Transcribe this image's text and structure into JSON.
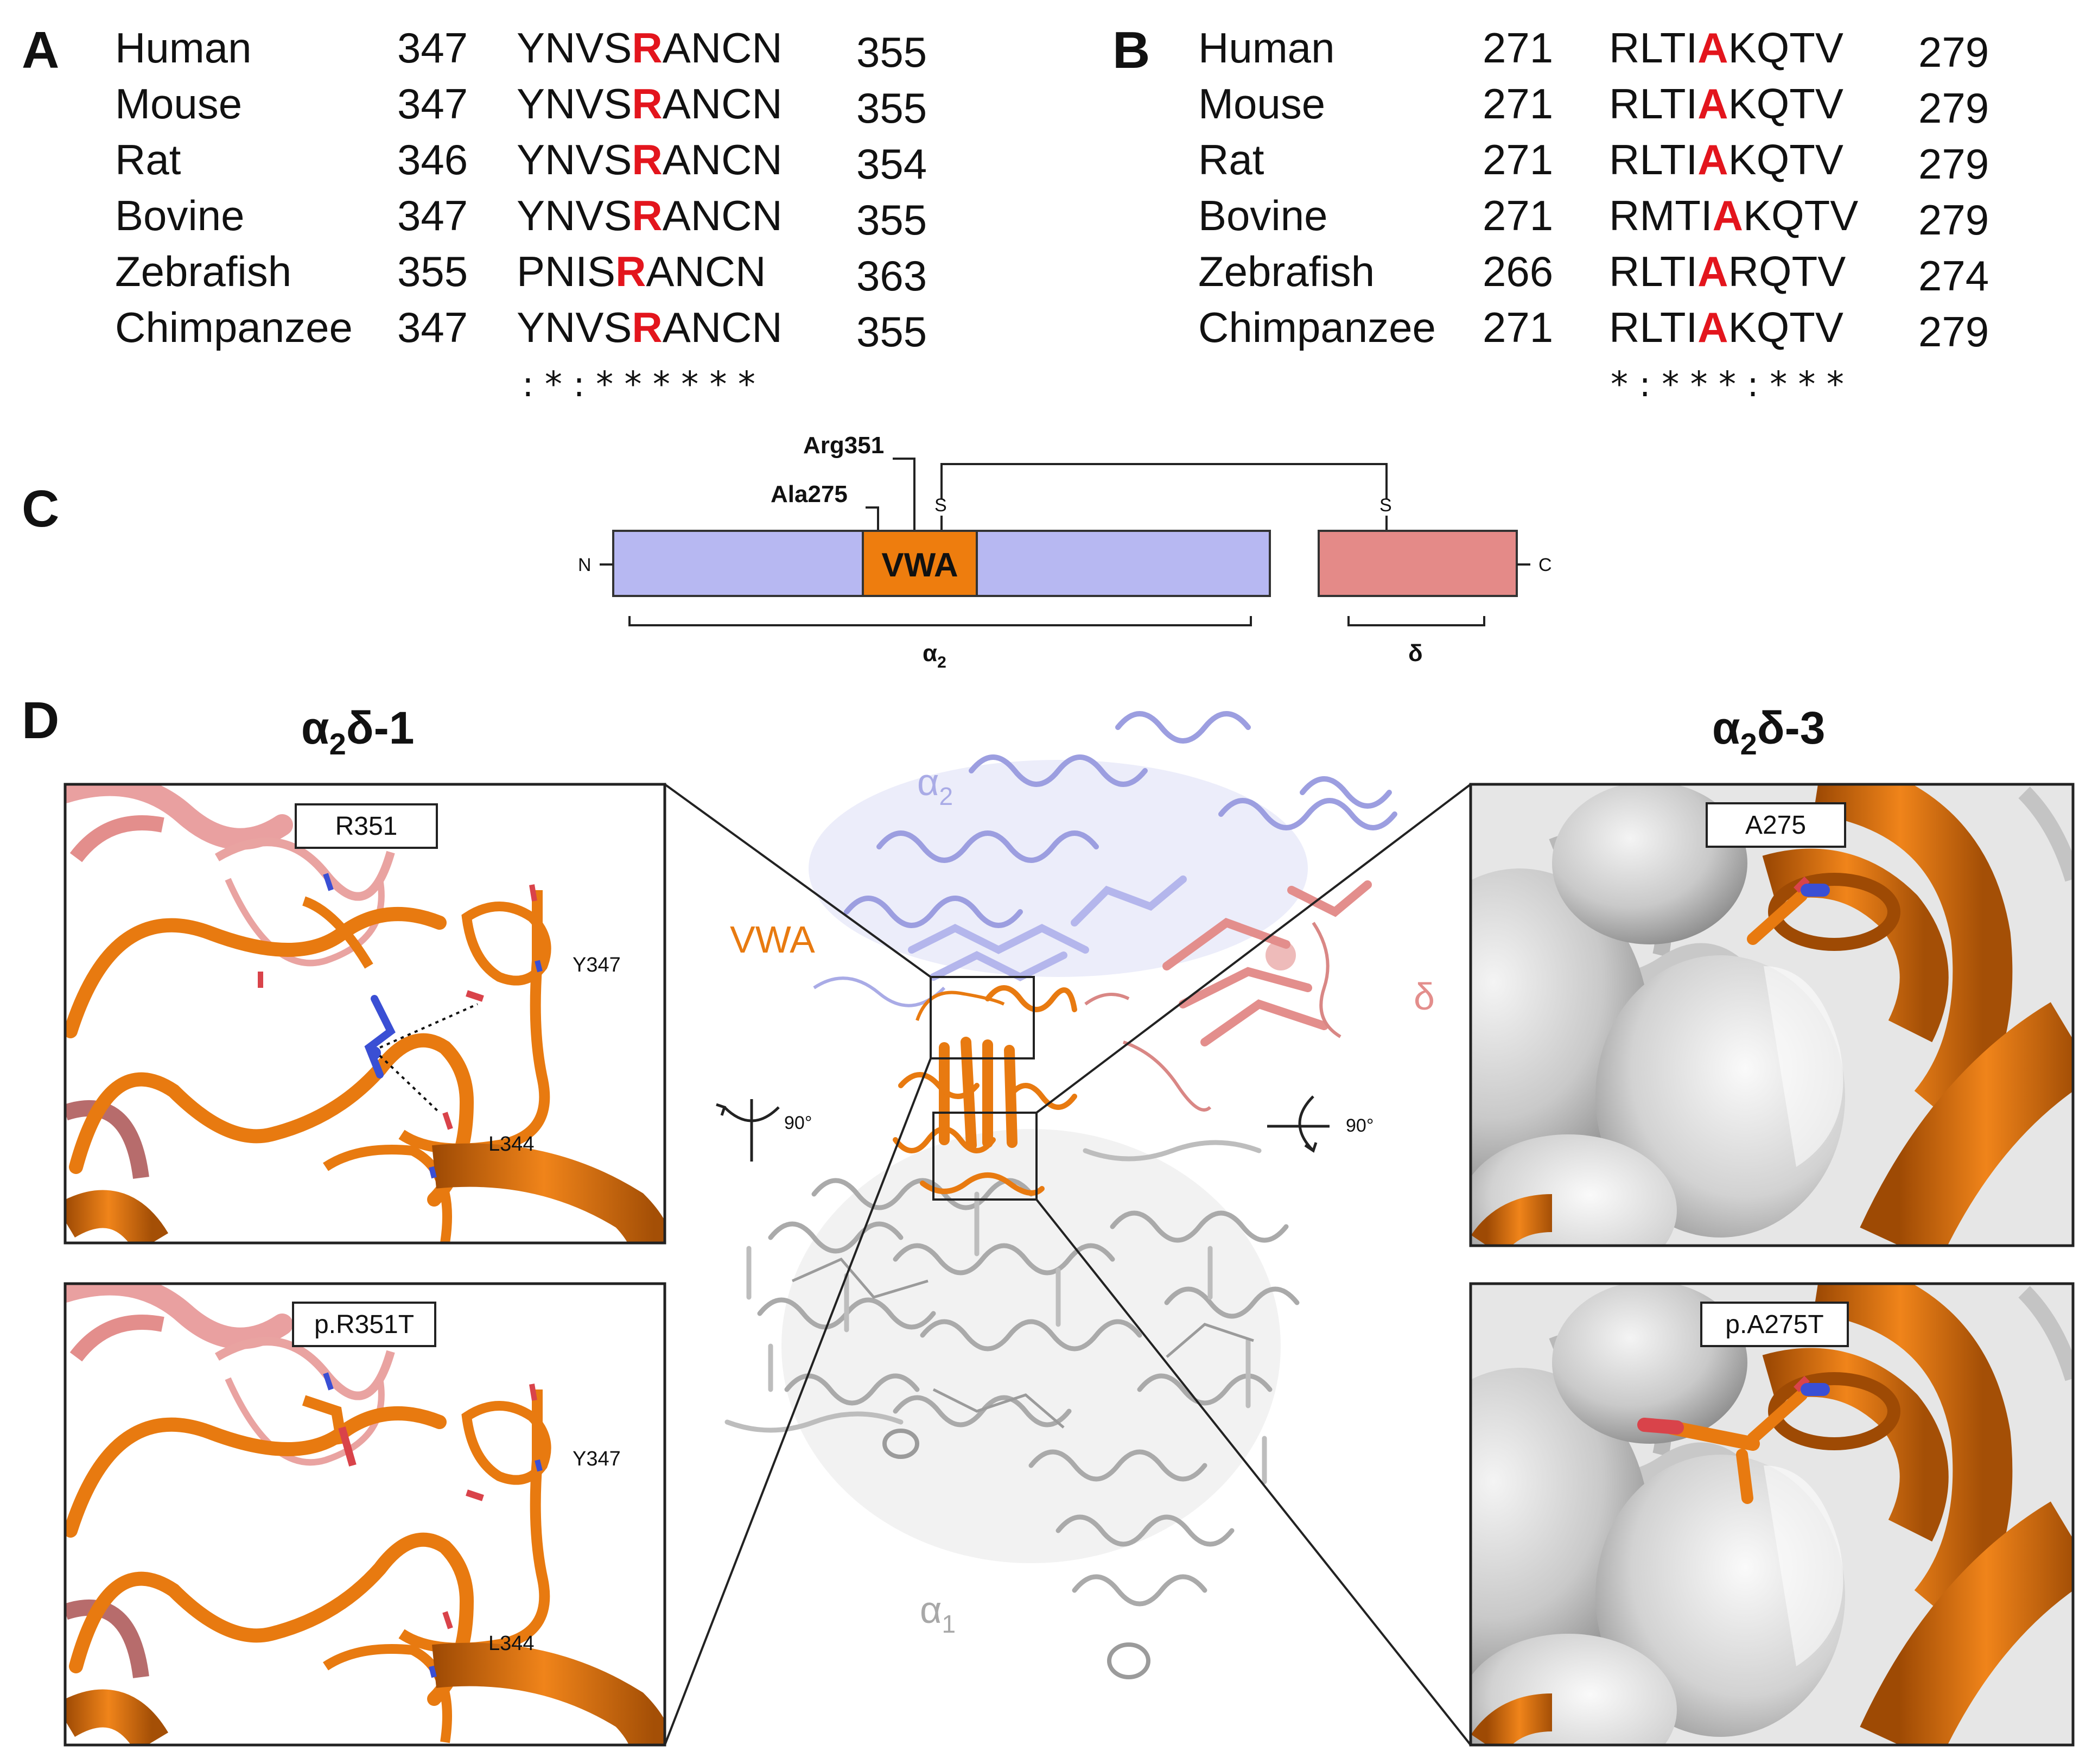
{
  "panelA": {
    "letter": "A",
    "rows": [
      {
        "species": "Human",
        "start": "347",
        "seq_pre": "YNVS",
        "seq_hl": "R",
        "seq_post": "ANCN",
        "end": "355"
      },
      {
        "species": "Mouse",
        "start": "347",
        "seq_pre": "YNVS",
        "seq_hl": "R",
        "seq_post": "ANCN",
        "end": "355"
      },
      {
        "species": "Rat",
        "start": "346",
        "seq_pre": "YNVS",
        "seq_hl": "R",
        "seq_post": "ANCN",
        "end": "354"
      },
      {
        "species": "Bovine",
        "start": "347",
        "seq_pre": "YNVS",
        "seq_hl": "R",
        "seq_post": "ANCN",
        "end": "355"
      },
      {
        "species": "Zebrafish",
        "start": "355",
        "seq_pre": "PNIS",
        "seq_hl": "R",
        "seq_post": "ANCN",
        "end": "363"
      },
      {
        "species": "Chimpanzee",
        "start": "347",
        "seq_pre": "YNVS",
        "seq_hl": "R",
        "seq_post": "ANCN",
        "end": "355"
      }
    ],
    "conservation": ": * : * * * * * *"
  },
  "panelB": {
    "letter": "B",
    "rows": [
      {
        "species": "Human",
        "start": "271",
        "seq_pre": "RLTI",
        "seq_hl": "A",
        "seq_post": "KQTV",
        "end": "279"
      },
      {
        "species": "Mouse",
        "start": "271",
        "seq_pre": "RLTI",
        "seq_hl": "A",
        "seq_post": "KQTV",
        "end": "279"
      },
      {
        "species": "Rat",
        "start": "271",
        "seq_pre": "RLTI",
        "seq_hl": "A",
        "seq_post": "KQTV",
        "end": "279"
      },
      {
        "species": "Bovine",
        "start": "271",
        "seq_pre": "RMTI",
        "seq_hl": "A",
        "seq_post": "KQTV",
        "end": "279"
      },
      {
        "species": "Zebrafish",
        "start": "266",
        "seq_pre": "RLTI",
        "seq_hl": "A",
        "seq_post": "RQTV",
        "end": "274"
      },
      {
        "species": "Chimpanzee",
        "start": "271",
        "seq_pre": "RLTI",
        "seq_hl": "A",
        "seq_post": "KQTV",
        "end": "279"
      }
    ],
    "conservation": "* : * * * : * * *"
  },
  "panelC": {
    "letter": "C",
    "arg_label": "Arg351",
    "ala_label": "Ala275",
    "s_left": "S",
    "s_right": "S",
    "n_term": "N",
    "c_term": "C",
    "vwa": "VWA",
    "alpha2_base": "α",
    "alpha2_sub": "2",
    "delta": "δ",
    "colors": {
      "alpha2": "#b7b8f2",
      "vwa": "#ee7d0e",
      "delta": "#e48a88"
    }
  },
  "panelD": {
    "letter": "D",
    "left_title_base": "α",
    "left_title_sub": "2",
    "left_title_rest": "δ-1",
    "right_title_base": "α",
    "right_title_sub": "2",
    "right_title_rest": "δ-3",
    "box_r351": "R351",
    "box_r351t": "p.R351T",
    "box_a275": "A275",
    "box_a275t": "p.A275T",
    "res_y347": "Y347",
    "res_l344": "L344",
    "rot_left": "90°",
    "rot_right": "90°",
    "struct_alpha2_base": "α",
    "struct_alpha2_sub": "2",
    "struct_vwa": "VWA",
    "struct_delta": "δ",
    "struct_alpha1_base": "α",
    "struct_alpha1_sub": "1",
    "colors": {
      "orange": "#e87a10",
      "lavender": "#a9abe6",
      "salmon": "#e38e8c",
      "gray": "#b3b3b3"
    }
  }
}
